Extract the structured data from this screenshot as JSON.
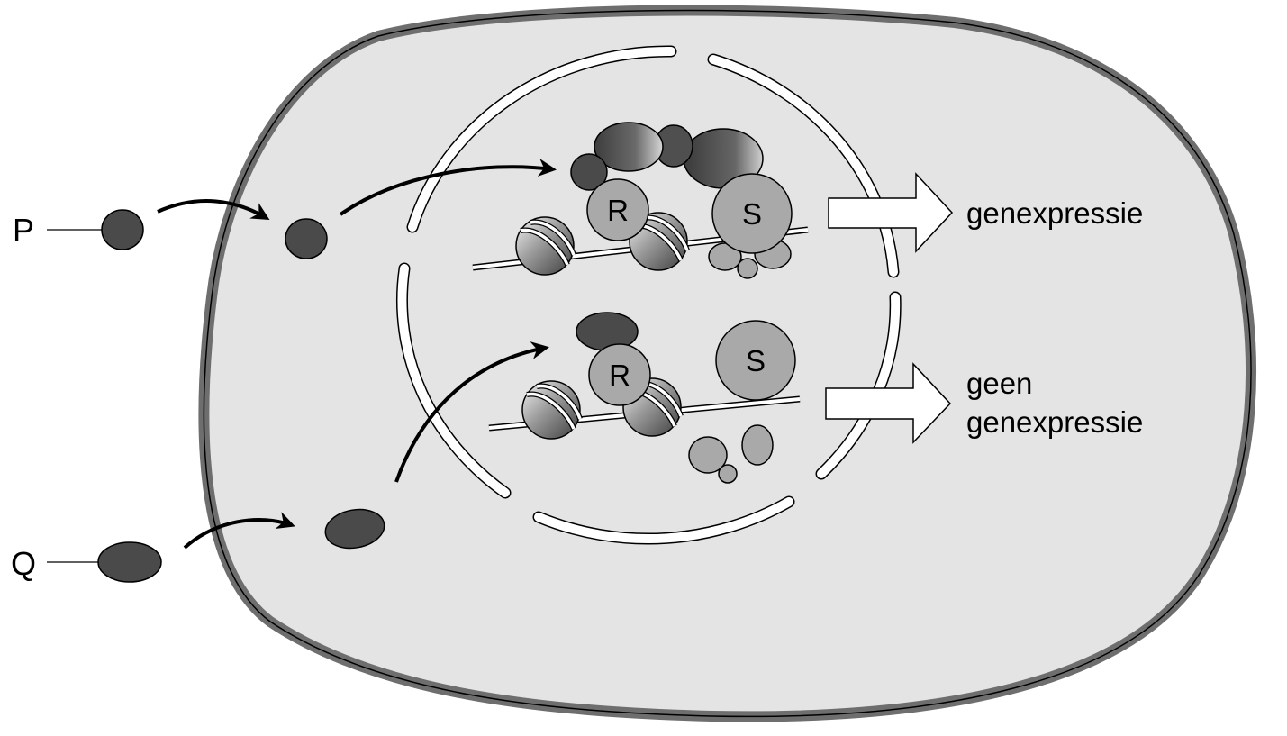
{
  "labels": {
    "p": "P",
    "q": "Q",
    "expression": "genexpressie",
    "no_expression_line1": "geen",
    "no_expression_line2": "genexpressie",
    "protein_r": "R",
    "protein_s": "S"
  },
  "colors": {
    "cytoplasm": "#e4e4e4",
    "membrane": "#6e6e6e",
    "envelope": "#ffffff",
    "molecule": "#4a4a4a",
    "protein": "#a9a9a9",
    "outline": "#000000"
  }
}
